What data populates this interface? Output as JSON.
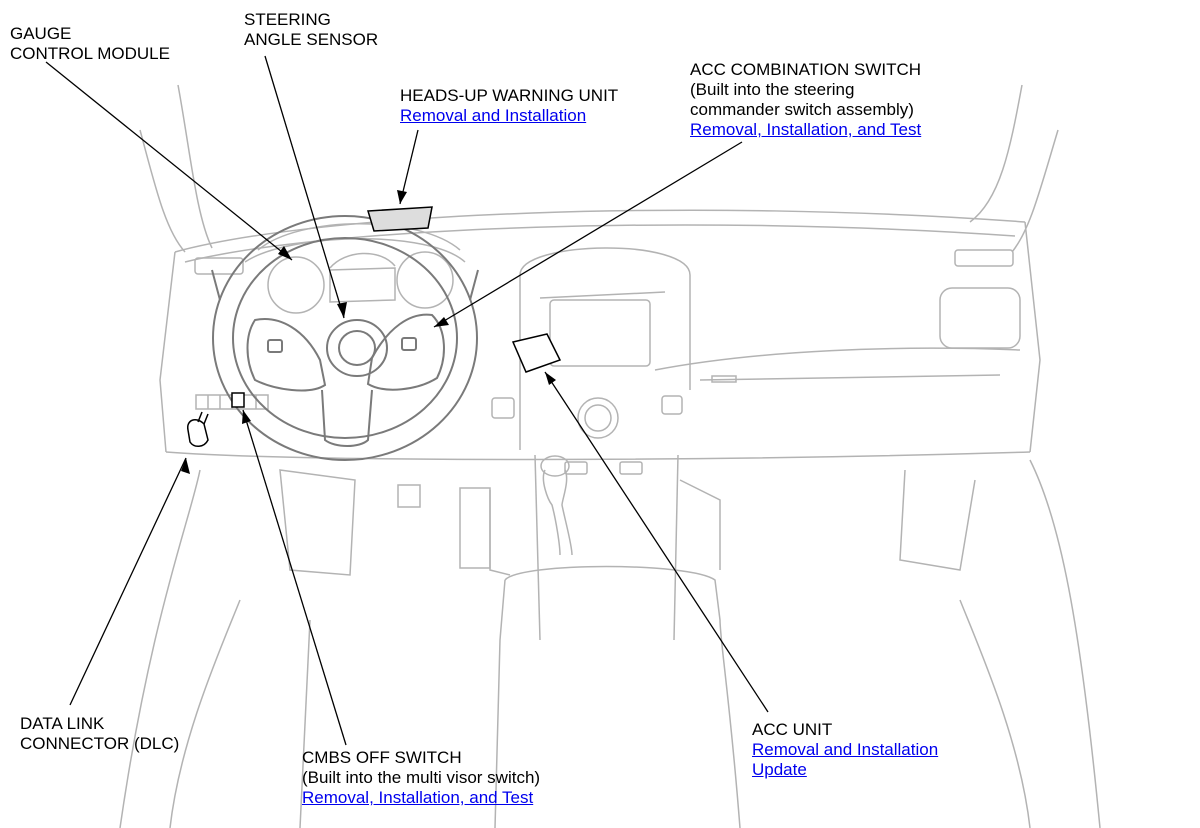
{
  "labels": {
    "gauge_control_module": [
      "GAUGE",
      "CONTROL MODULE"
    ],
    "steering_angle_sensor": [
      "STEERING",
      "ANGLE SENSOR"
    ],
    "heads_up_warning_unit": {
      "title": "HEADS-UP WARNING UNIT",
      "links": [
        "Removal and Installation"
      ]
    },
    "acc_combination_switch": {
      "title": "ACC COMBINATION SWITCH",
      "notes": [
        "(Built into the steering",
        "commander switch assembly)"
      ],
      "links": [
        "Removal, Installation, and Test"
      ]
    },
    "data_link_connector": [
      "DATA LINK",
      "CONNECTOR (DLC)"
    ],
    "cmbs_off_switch": {
      "title": "CMBS OFF SWITCH",
      "notes": [
        "(Built into the multi visor switch)"
      ],
      "links": [
        "Removal, Installation, and Test"
      ]
    },
    "acc_unit": {
      "title": "ACC UNIT",
      "links": [
        "Removal and Installation",
        "Update"
      ]
    }
  },
  "colors": {
    "link": "#0000ee",
    "leader": "#000000",
    "drawing": "#b3b3b3",
    "outline": "#7a7a7a"
  }
}
